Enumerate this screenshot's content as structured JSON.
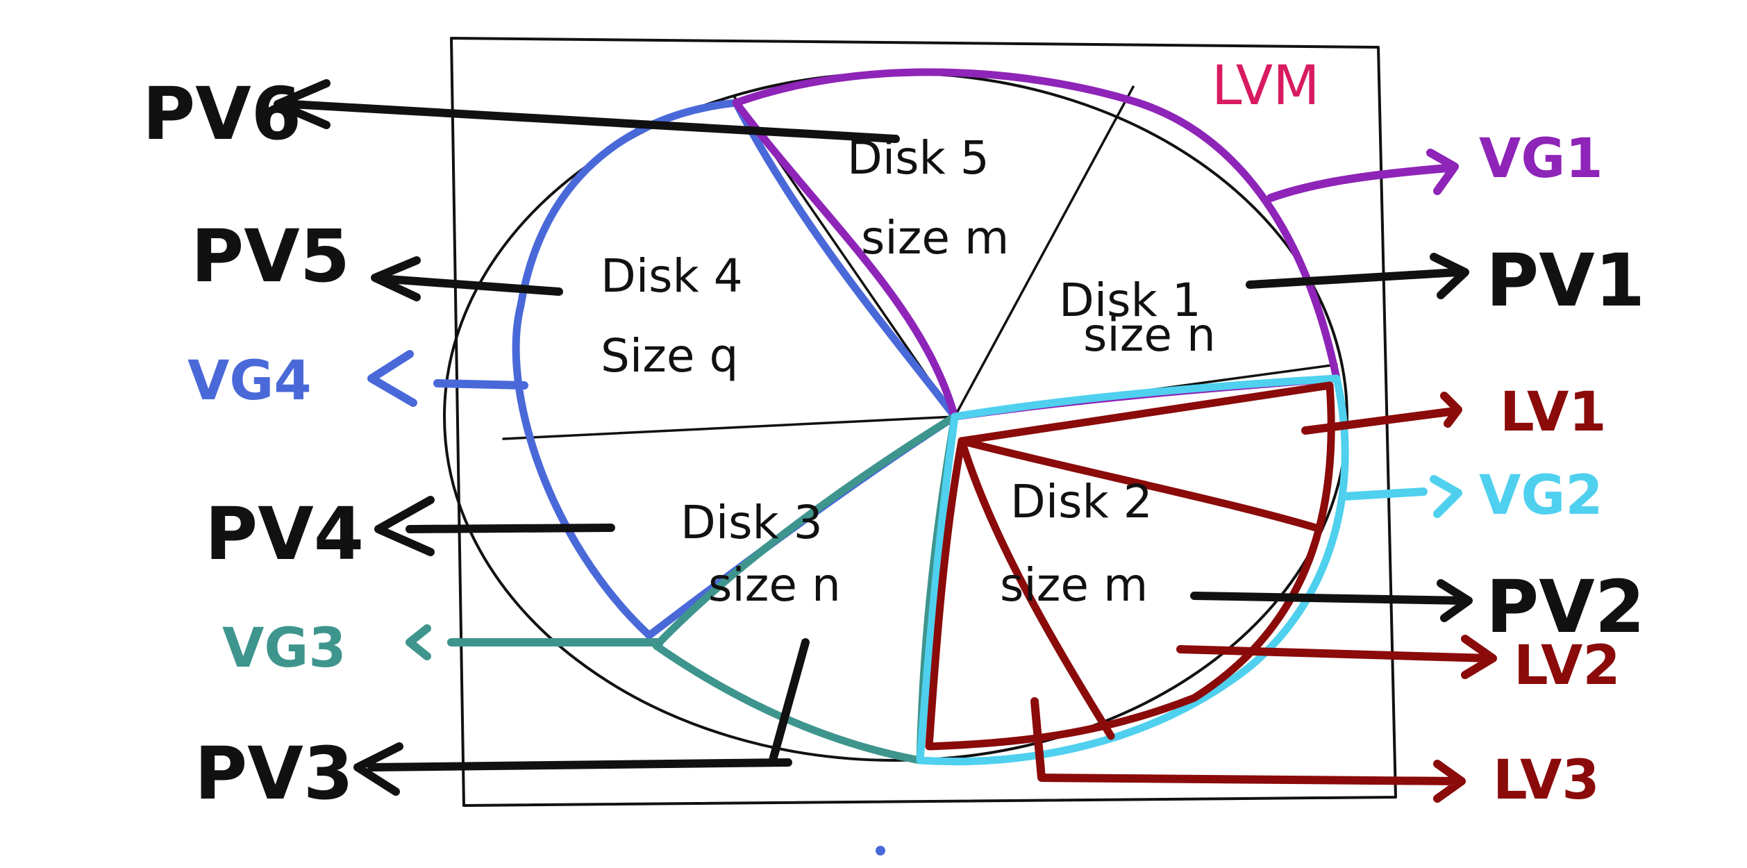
{
  "title": "LVM",
  "colors": {
    "black": "#111111",
    "purple": "#8e24b8",
    "blue": "#4a69d9",
    "teal": "#3e958d",
    "cyan": "#4fd0ee",
    "maroon": "#8b0a0a",
    "pink": "#d81b60"
  },
  "disks": [
    {
      "name": "Disk 5",
      "size": "size m"
    },
    {
      "name": "Disk 4",
      "size": "Size q"
    },
    {
      "name": "Disk 1",
      "size": "size n"
    },
    {
      "name": "Disk 3",
      "size": "size n"
    },
    {
      "name": "Disk 2",
      "size": "size m"
    }
  ],
  "left_labels": {
    "pv6": "PV6",
    "pv5": "PV5",
    "vg4": "VG4",
    "pv4": "PV4",
    "vg3": "VG3",
    "pv3": "PV3"
  },
  "right_labels": {
    "vg1": "VG1",
    "pv1": "PV1",
    "lv1": "LV1",
    "vg2": "VG2",
    "pv2": "PV2",
    "lv2": "LV2",
    "lv3": "LV3"
  }
}
